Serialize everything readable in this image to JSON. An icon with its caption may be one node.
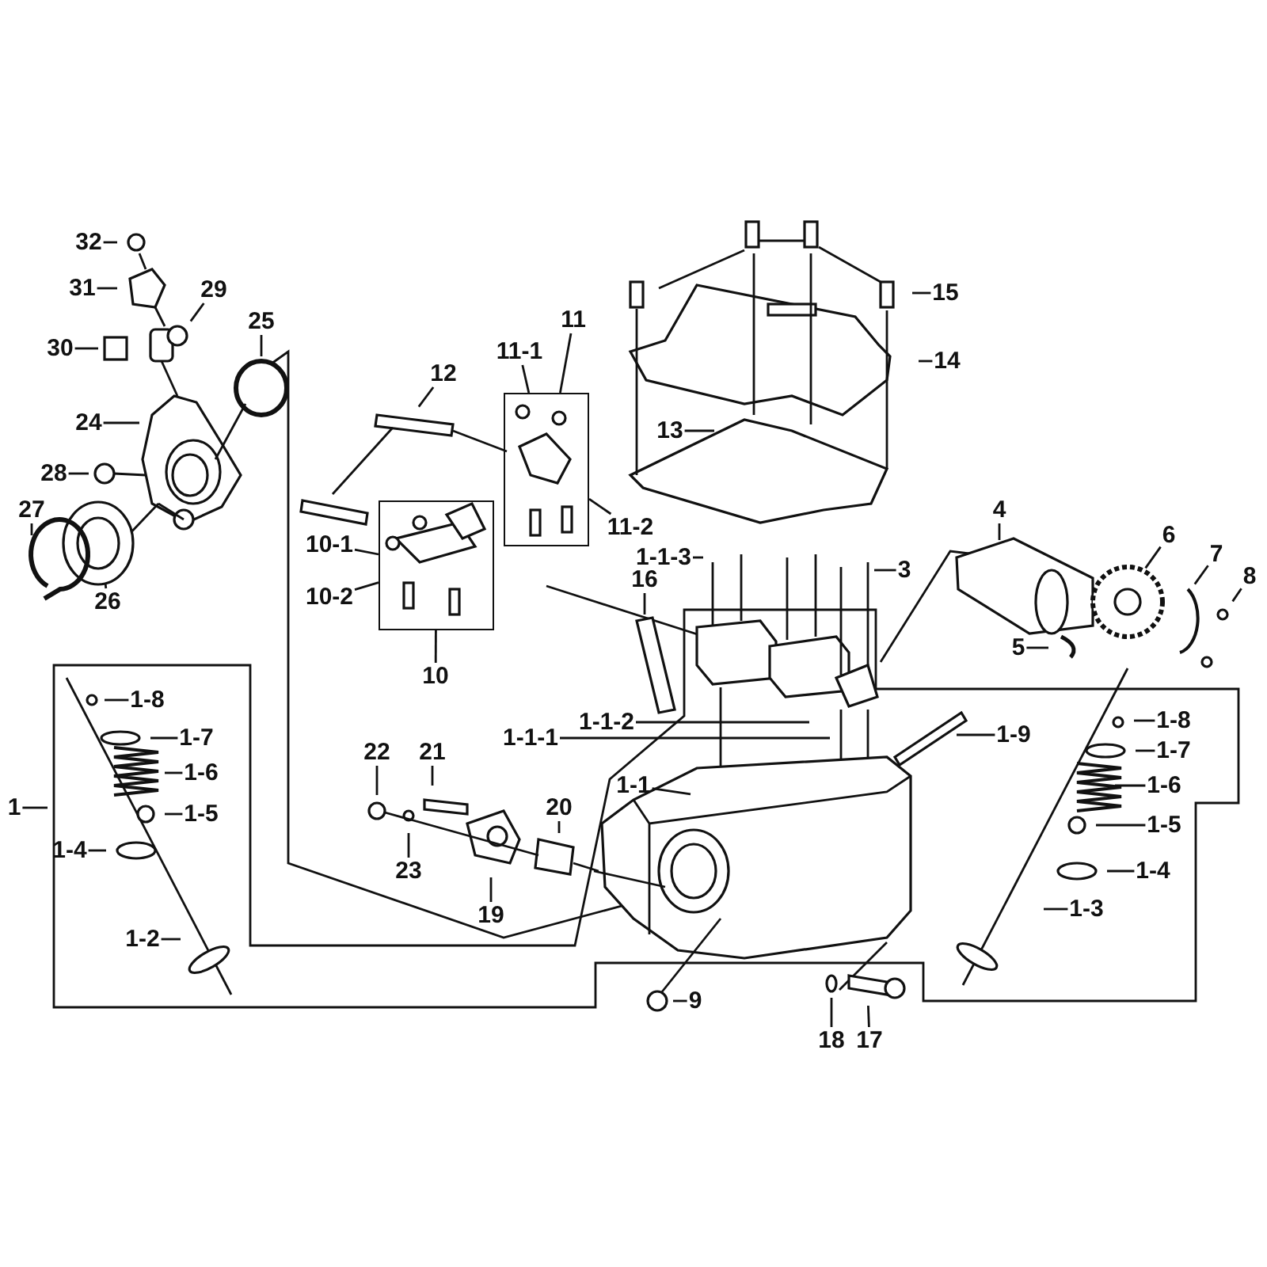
{
  "diagram": {
    "nodes": [
      {
        "text": [
          "32"
        ]
      },
      {
        "text": [
          "31"
        ]
      },
      {
        "text": [
          "29"
        ]
      },
      {
        "text": [
          "30"
        ]
      },
      {
        "text": [
          "25"
        ]
      },
      {
        "text": [
          "24"
        ]
      },
      {
        "text": [
          "28"
        ]
      },
      {
        "text": [
          "27"
        ]
      },
      {
        "text": [
          "26"
        ]
      },
      {
        "text": [
          "12"
        ]
      },
      {
        "text": [
          "11"
        ]
      },
      {
        "text": [],
        "shape": "box"
      },
      {
        "text": [
          "11-1"
        ]
      },
      {
        "text": [
          "11-2"
        ]
      },
      {
        "text": [
          "10-1"
        ]
      },
      {
        "text": [
          "10-2"
        ]
      },
      {
        "text": [],
        "shape": "box"
      },
      {
        "text": [
          "10"
        ]
      },
      {
        "text": [
          "15"
        ]
      },
      {
        "text": [
          "14"
        ]
      },
      {
        "text": [
          "13"
        ]
      },
      {
        "text": [
          "4"
        ]
      },
      {
        "text": [
          "6"
        ]
      },
      {
        "text": [
          "7"
        ]
      },
      {
        "text": [
          "8"
        ]
      },
      {
        "text": [
          "1-1-3"
        ]
      },
      {
        "text": [
          "3"
        ]
      },
      {
        "text": [
          "16"
        ]
      },
      {
        "text": [
          "5"
        ]
      },
      {
        "text": [
          "1-1-2"
        ]
      },
      {
        "text": [
          "1-1-1"
        ]
      },
      {
        "text": [
          "1-9"
        ]
      },
      {
        "text": [
          "1-8"
        ]
      },
      {
        "text": [
          "1-7"
        ]
      },
      {
        "text": [
          "1-6"
        ]
      },
      {
        "text": [
          "1-5"
        ]
      },
      {
        "text": [
          "1-4"
        ]
      },
      {
        "text": [
          "1-2"
        ]
      },
      {
        "text": [
          "1"
        ]
      },
      {
        "text": [
          "22"
        ]
      },
      {
        "text": [
          "21"
        ]
      },
      {
        "text": [
          "20"
        ]
      },
      {
        "text": [
          "23"
        ]
      },
      {
        "text": [
          "19"
        ]
      },
      {
        "text": [
          "1-1"
        ]
      },
      {
        "text": [
          "1-8"
        ]
      },
      {
        "text": [
          "1-7"
        ]
      },
      {
        "text": [
          "1-6"
        ]
      },
      {
        "text": [
          "1-5"
        ]
      },
      {
        "text": [
          "1-4"
        ]
      },
      {
        "text": [
          "1-3"
        ]
      },
      {
        "text": [
          "9"
        ]
      },
      {
        "text": [
          "18"
        ]
      },
      {
        "text": [
          "17"
        ]
      }
    ],
    "edges": [
      {
        "from": 0,
        "to": null,
        "arrow": "none"
      },
      {
        "from": 1,
        "to": null,
        "arrow": "none"
      },
      {
        "from": 2,
        "to": null,
        "arrow": "none"
      },
      {
        "from": 3,
        "to": null,
        "arrow": "none"
      },
      {
        "from": 4,
        "to": null,
        "arrow": "none"
      },
      {
        "from": 5,
        "to": null,
        "arrow": "none"
      },
      {
        "from": 6,
        "to": null,
        "arrow": "none"
      },
      {
        "from": 7,
        "to": null,
        "arrow": "none"
      },
      {
        "from": 8,
        "to": null,
        "arrow": "none"
      },
      {
        "from": 9,
        "to": null,
        "arrow": "none"
      },
      {
        "from": 10,
        "to": 11,
        "arrow": "none"
      },
      {
        "from": 12,
        "to": 11,
        "arrow": "none"
      },
      {
        "from": 13,
        "to": 11,
        "arrow": "none"
      },
      {
        "from": 14,
        "to": 16,
        "arrow": "none"
      },
      {
        "from": 15,
        "to": 16,
        "arrow": "none"
      },
      {
        "from": 17,
        "to": 16,
        "arrow": "none"
      },
      {
        "from": 18,
        "to": null,
        "arrow": "none"
      },
      {
        "from": 19,
        "to": null,
        "arrow": "none"
      },
      {
        "from": 20,
        "to": null,
        "arrow": "none"
      },
      {
        "from": 21,
        "to": null,
        "arrow": "none"
      },
      {
        "from": 22,
        "to": null,
        "arrow": "none"
      },
      {
        "from": 23,
        "to": null,
        "arrow": "none"
      },
      {
        "from": 24,
        "to": null,
        "arrow": "none"
      },
      {
        "from": 25,
        "to": null,
        "arrow": "none"
      },
      {
        "from": 26,
        "to": null,
        "arrow": "none"
      },
      {
        "from": 27,
        "to": null,
        "arrow": "none"
      },
      {
        "from": 28,
        "to": null,
        "arrow": "none"
      },
      {
        "from": 29,
        "to": null,
        "arrow": "none"
      },
      {
        "from": 30,
        "to": null,
        "arrow": "none"
      },
      {
        "from": 31,
        "to": null,
        "arrow": "none"
      },
      {
        "from": 32,
        "to": null,
        "arrow": "none"
      },
      {
        "from": 33,
        "to": null,
        "arrow": "none"
      },
      {
        "from": 34,
        "to": null,
        "arrow": "none"
      },
      {
        "from": 35,
        "to": null,
        "arrow": "none"
      },
      {
        "from": 36,
        "to": null,
        "arrow": "none"
      },
      {
        "from": 37,
        "to": null,
        "arrow": "none"
      },
      {
        "from": 38,
        "to": null,
        "arrow": "none"
      },
      {
        "from": 39,
        "to": null,
        "arrow": "none"
      },
      {
        "from": 40,
        "to": null,
        "arrow": "none"
      },
      {
        "from": 41,
        "to": null,
        "arrow": "none"
      },
      {
        "from": 42,
        "to": null,
        "arrow": "none"
      },
      {
        "from": 43,
        "to": null,
        "arrow": "none"
      },
      {
        "from": 44,
        "to": null,
        "arrow": "none"
      },
      {
        "from": 45,
        "to": null,
        "arrow": "none"
      },
      {
        "from": 46,
        "to": null,
        "arrow": "none"
      },
      {
        "from": 47,
        "to": null,
        "arrow": "none"
      },
      {
        "from": 48,
        "to": null,
        "arrow": "none"
      },
      {
        "from": 49,
        "to": null,
        "arrow": "none"
      },
      {
        "from": 50,
        "to": null,
        "arrow": "none"
      },
      {
        "from": 51,
        "to": null,
        "arrow": "none"
      },
      {
        "from": 52,
        "to": null,
        "arrow": "none"
      },
      {
        "from": 53,
        "to": null,
        "arrow": "none"
      }
    ]
  }
}
